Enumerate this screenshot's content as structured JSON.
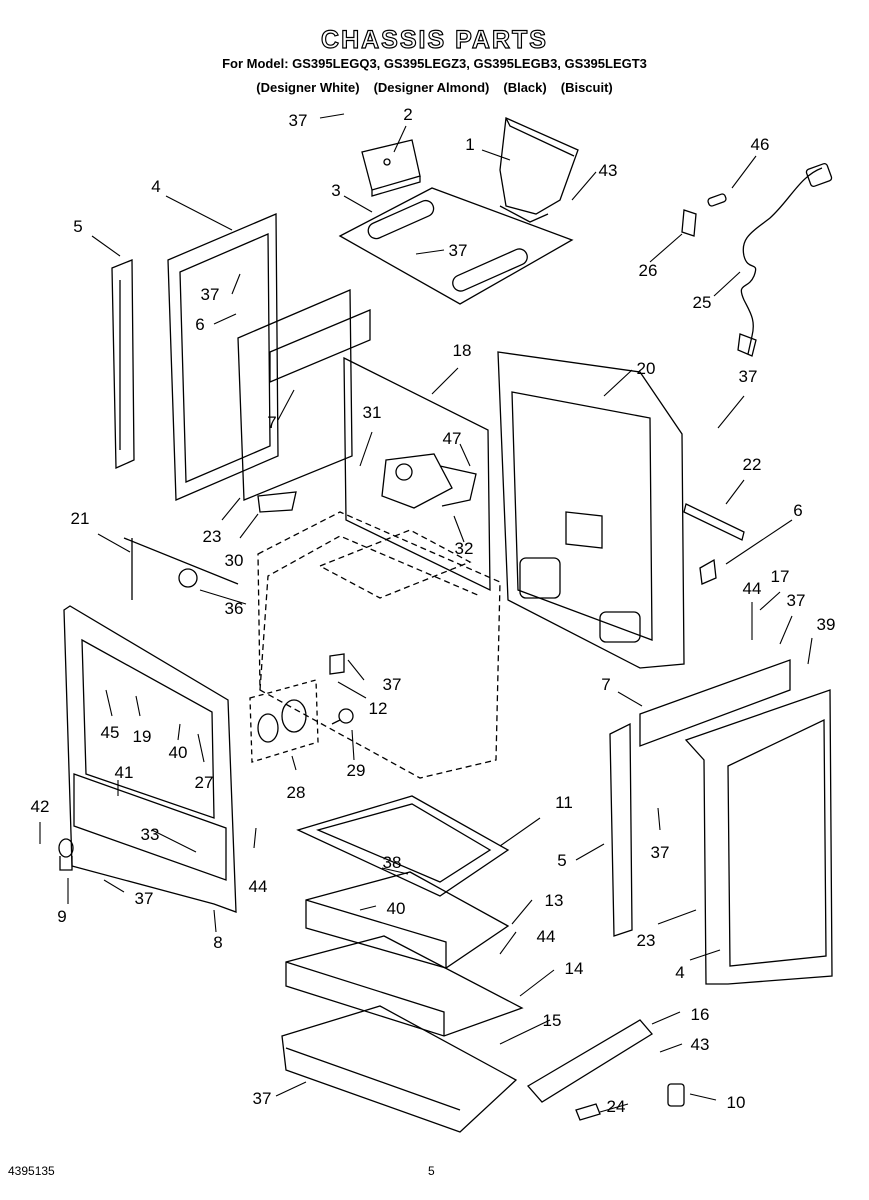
{
  "header": {
    "title": "CHASSIS PARTS",
    "models": "For Model: GS395LEGQ3, GS395LEGZ3, GS395LEGB3, GS395LEGT3",
    "variants": [
      "(Designer White)",
      "(Designer Almond)",
      "(Black)",
      "(Biscuit)"
    ]
  },
  "footer": {
    "document_number": "4395135",
    "page_number": "5"
  },
  "callouts": [
    {
      "n": "37"
    },
    {
      "n": "2"
    },
    {
      "n": "1"
    },
    {
      "n": "46"
    },
    {
      "n": "4"
    },
    {
      "n": "3"
    },
    {
      "n": "43"
    },
    {
      "n": "5"
    },
    {
      "n": "37"
    },
    {
      "n": "37"
    },
    {
      "n": "26"
    },
    {
      "n": "25"
    },
    {
      "n": "6"
    },
    {
      "n": "7"
    },
    {
      "n": "18"
    },
    {
      "n": "20"
    },
    {
      "n": "37"
    },
    {
      "n": "31"
    },
    {
      "n": "47"
    },
    {
      "n": "22"
    },
    {
      "n": "23"
    },
    {
      "n": "30"
    },
    {
      "n": "32"
    },
    {
      "n": "6"
    },
    {
      "n": "21"
    },
    {
      "n": "36"
    },
    {
      "n": "44"
    },
    {
      "n": "17"
    },
    {
      "n": "37"
    },
    {
      "n": "39"
    },
    {
      "n": "7"
    },
    {
      "n": "37"
    },
    {
      "n": "12"
    },
    {
      "n": "45"
    },
    {
      "n": "19"
    },
    {
      "n": "40"
    },
    {
      "n": "27"
    },
    {
      "n": "28"
    },
    {
      "n": "29"
    },
    {
      "n": "41"
    },
    {
      "n": "42"
    },
    {
      "n": "33"
    },
    {
      "n": "44"
    },
    {
      "n": "11"
    },
    {
      "n": "37"
    },
    {
      "n": "5"
    },
    {
      "n": "38"
    },
    {
      "n": "9"
    },
    {
      "n": "37"
    },
    {
      "n": "40"
    },
    {
      "n": "8"
    },
    {
      "n": "13"
    },
    {
      "n": "44"
    },
    {
      "n": "23"
    },
    {
      "n": "14"
    },
    {
      "n": "4"
    },
    {
      "n": "15"
    },
    {
      "n": "16"
    },
    {
      "n": "43"
    },
    {
      "n": "37"
    },
    {
      "n": "10"
    },
    {
      "n": "24"
    }
  ]
}
